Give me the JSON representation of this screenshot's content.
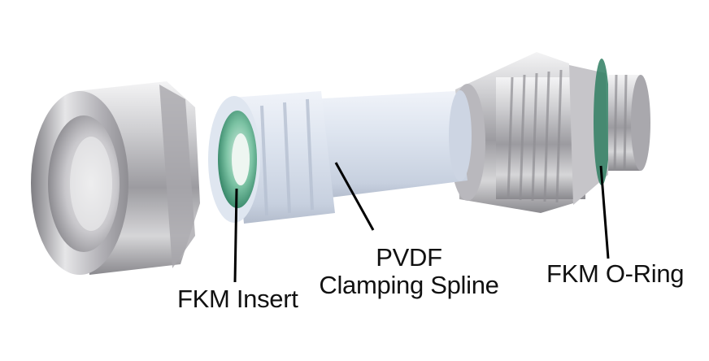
{
  "labels": {
    "insert": "FKM Insert",
    "spline_line1": "PVDF",
    "spline_line2": "Clamping Spline",
    "oring": "FKM O-Ring"
  },
  "colors": {
    "metal_light": "#e4e4e6",
    "metal_dark": "#8d8c8f",
    "pvdf": "#d9e1ee",
    "fkm_green": "#3e9a7b",
    "leader": "#000000"
  }
}
